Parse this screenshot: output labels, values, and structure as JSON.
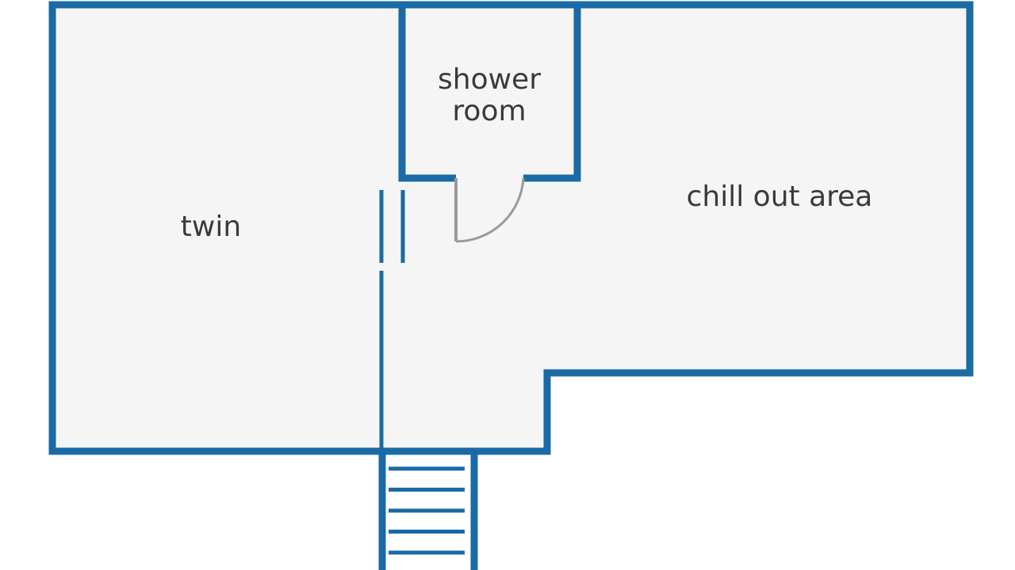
{
  "floorplan": {
    "rooms": {
      "twin": {
        "label": "twin"
      },
      "shower_room": {
        "label_line1": "shower",
        "label_line2": "room"
      },
      "chill_out_area": {
        "label": "chill out area"
      }
    },
    "colors": {
      "wall": "#1a6aa5",
      "floor": "#f5f5f5",
      "door": "#9a9a9a",
      "background": "#ffffff",
      "text": "#3a3a3a"
    },
    "stairs": {
      "step_count": 5
    }
  }
}
